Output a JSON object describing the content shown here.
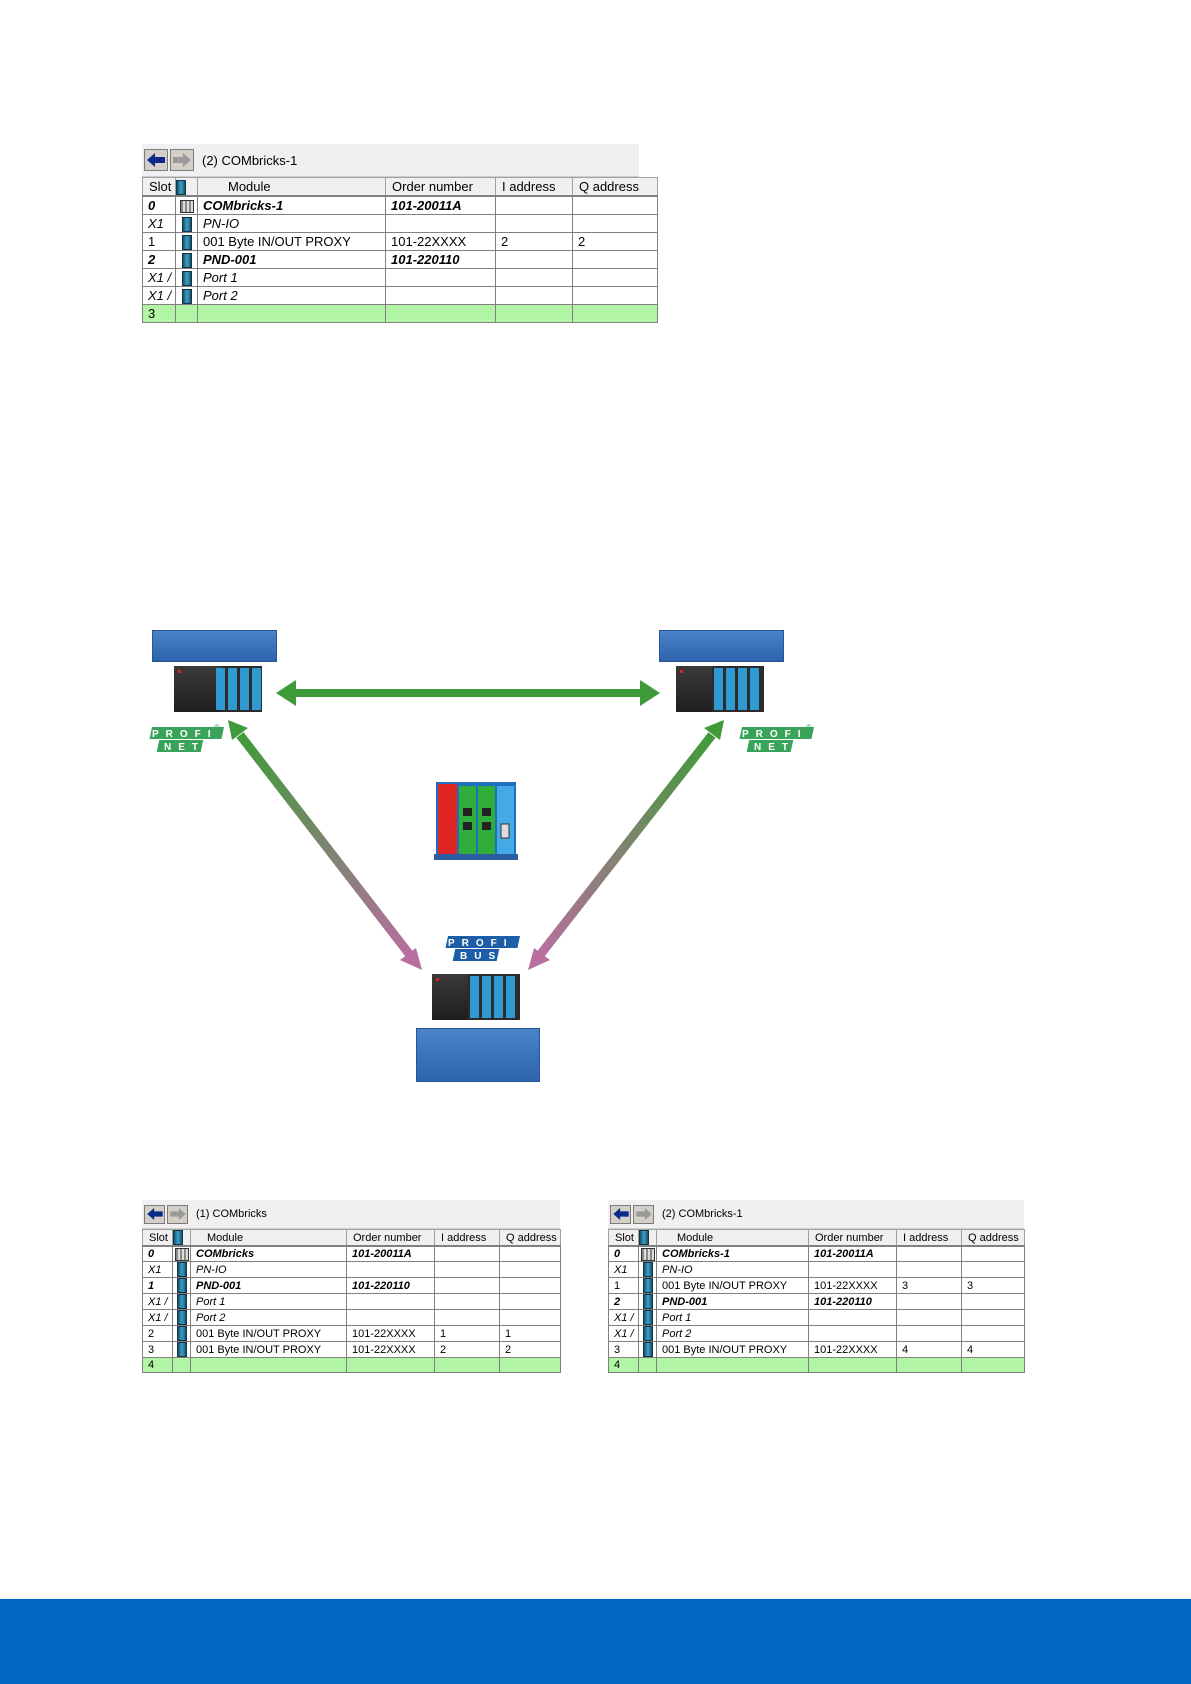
{
  "tables": [
    {
      "title": "(2)   COMbricks-1",
      "headers": [
        "Slot",
        "",
        "Module",
        "Order number",
        "I address",
        "Q address"
      ],
      "rows": [
        {
          "style": "bi",
          "icon": "rack",
          "slot": "0",
          "module": "COMbricks-1",
          "order": "101-20011A",
          "i": "",
          "q": ""
        },
        {
          "style": "it",
          "icon": "mod",
          "slot": "X1",
          "module": "PN-IO",
          "order": "",
          "i": "",
          "q": ""
        },
        {
          "style": "",
          "icon": "mod",
          "slot": "1",
          "module": "001 Byte IN/OUT PROXY",
          "order": "101-22XXXX",
          "i": "2",
          "q": "2"
        },
        {
          "style": "bi",
          "icon": "mod",
          "slot": "2",
          "module": "PND-001",
          "order": "101-220110",
          "i": "",
          "q": ""
        },
        {
          "style": "it",
          "icon": "mod",
          "slot": "X1 /",
          "module": "Port 1",
          "order": "",
          "i": "",
          "q": ""
        },
        {
          "style": "it",
          "icon": "mod",
          "slot": "X1 /",
          "module": "Port 2",
          "order": "",
          "i": "",
          "q": ""
        },
        {
          "style": "sel",
          "icon": "",
          "slot": "3",
          "module": "",
          "order": "",
          "i": "",
          "q": ""
        }
      ]
    },
    {
      "title": "(1)   COMbricks",
      "headers": [
        "Slot",
        "",
        "Module",
        "Order number",
        "I address",
        "Q address"
      ],
      "rows": [
        {
          "style": "bi",
          "icon": "rack",
          "slot": "0",
          "module": "COMbricks",
          "order": "101-20011A",
          "i": "",
          "q": ""
        },
        {
          "style": "it",
          "icon": "mod",
          "slot": "X1",
          "module": "PN-IO",
          "order": "",
          "i": "",
          "q": ""
        },
        {
          "style": "bi",
          "icon": "mod",
          "slot": "1",
          "module": "PND-001",
          "order": "101-220110",
          "i": "",
          "q": ""
        },
        {
          "style": "it",
          "icon": "mod",
          "slot": "X1 /",
          "module": "Port 1",
          "order": "",
          "i": "",
          "q": ""
        },
        {
          "style": "it",
          "icon": "mod",
          "slot": "X1 /",
          "module": "Port 2",
          "order": "",
          "i": "",
          "q": ""
        },
        {
          "style": "",
          "icon": "mod",
          "slot": "2",
          "module": "001 Byte IN/OUT PROXY",
          "order": "101-22XXXX",
          "i": "1",
          "q": "1"
        },
        {
          "style": "",
          "icon": "mod",
          "slot": "3",
          "module": "001 Byte IN/OUT PROXY",
          "order": "101-22XXXX",
          "i": "2",
          "q": "2"
        },
        {
          "style": "sel",
          "icon": "",
          "slot": "4",
          "module": "",
          "order": "",
          "i": "",
          "q": ""
        }
      ]
    },
    {
      "title": "(2)   COMbricks-1",
      "headers": [
        "Slot",
        "",
        "Module",
        "Order number",
        "I address",
        "Q address"
      ],
      "rows": [
        {
          "style": "bi",
          "icon": "rack",
          "slot": "0",
          "module": "COMbricks-1",
          "order": "101-20011A",
          "i": "",
          "q": ""
        },
        {
          "style": "it",
          "icon": "mod",
          "slot": "X1",
          "module": "PN-IO",
          "order": "",
          "i": "",
          "q": ""
        },
        {
          "style": "",
          "icon": "mod",
          "slot": "1",
          "module": "001 Byte IN/OUT PROXY",
          "order": "101-22XXXX",
          "i": "3",
          "q": "3"
        },
        {
          "style": "bi",
          "icon": "mod",
          "slot": "2",
          "module": "PND-001",
          "order": "101-220110",
          "i": "",
          "q": ""
        },
        {
          "style": "it",
          "icon": "mod",
          "slot": "X1 /",
          "module": "Port 1",
          "order": "",
          "i": "",
          "q": ""
        },
        {
          "style": "it",
          "icon": "mod",
          "slot": "X1 /",
          "module": "Port 2",
          "order": "",
          "i": "",
          "q": ""
        },
        {
          "style": "",
          "icon": "mod",
          "slot": "3",
          "module": "001 Byte IN/OUT PROXY",
          "order": "101-22XXXX",
          "i": "4",
          "q": "4"
        },
        {
          "style": "sel",
          "icon": "",
          "slot": "4",
          "module": "",
          "order": "",
          "i": "",
          "q": ""
        }
      ]
    }
  ],
  "diagram": {
    "profinet_logo": [
      "PROFI",
      "NET"
    ],
    "profibus_logo": [
      "PROFI",
      "BUS"
    ],
    "registered_mark": "®",
    "colors": {
      "arrow_green": "#3f9b3a",
      "arrow_purple": "#b86fa0",
      "label_blue": "#3a73bd",
      "footer_blue": "#0066bf"
    }
  }
}
